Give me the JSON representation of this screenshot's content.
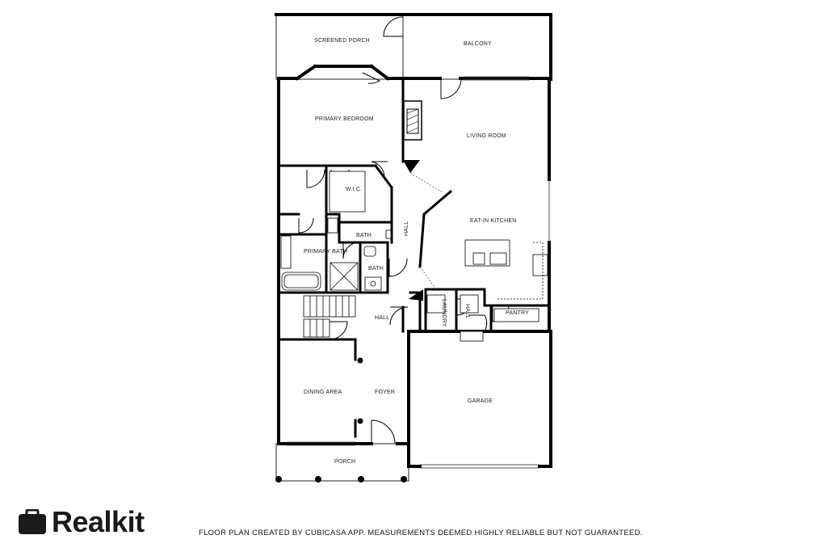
{
  "rooms": {
    "screened_porch": "SCREENED PORCH",
    "balcony": "BALCONY",
    "primary_bedroom": "PRIMARY BEDROOM",
    "living_room": "LIVING ROOM",
    "wic": "W.I.C.",
    "hall_vertical": "HALL",
    "eat_in_kitchen": "EAT-IN KITCHEN",
    "bath_upper": "BATH",
    "primary_bath": "PRIMARY BATH",
    "bath_lower": "BATH",
    "laundry": "LAUNDRY",
    "hall_small": "HALL",
    "pantry": "PANTRY",
    "hall_main": "HALL",
    "dining_area": "DINING AREA",
    "foyer": "FOYER",
    "garage": "GARAGE",
    "porch": "PORCH"
  },
  "footer": {
    "brand": "Realkit",
    "brand_icon": "briefcase-icon",
    "disclaimer": "FLOOR PLAN CREATED BY CUBICASA APP. MEASUREMENTS DEEMED HIGHLY RELIABLE BUT NOT GUARANTEED."
  }
}
